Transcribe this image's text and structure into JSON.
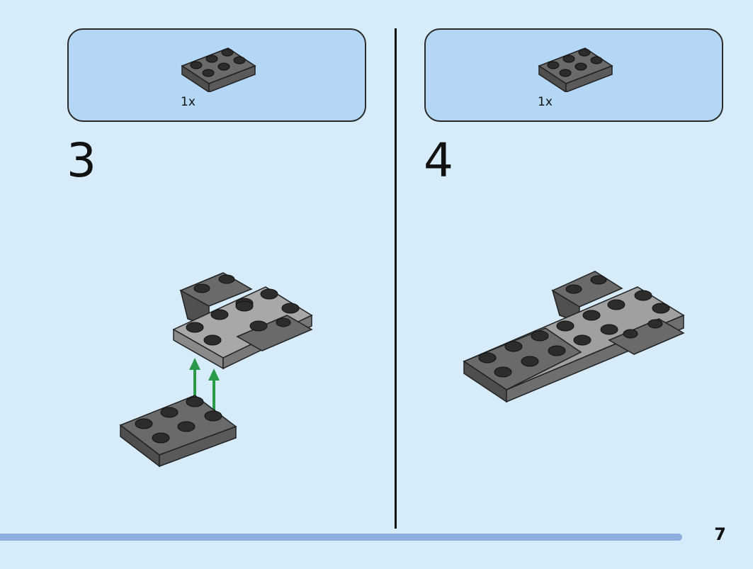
{
  "steps": [
    {
      "number": "3",
      "part_quantity": "1x"
    },
    {
      "number": "4",
      "part_quantity": "1x"
    }
  ],
  "page_number": "7",
  "colors": {
    "background": "#d6ecfb",
    "parts_box": "#b4d7f5",
    "brick_dark": "#5a5a5a",
    "brick_light": "#a0a0a0",
    "arrow": "#2a9a4a",
    "progress": "#8faee0"
  }
}
